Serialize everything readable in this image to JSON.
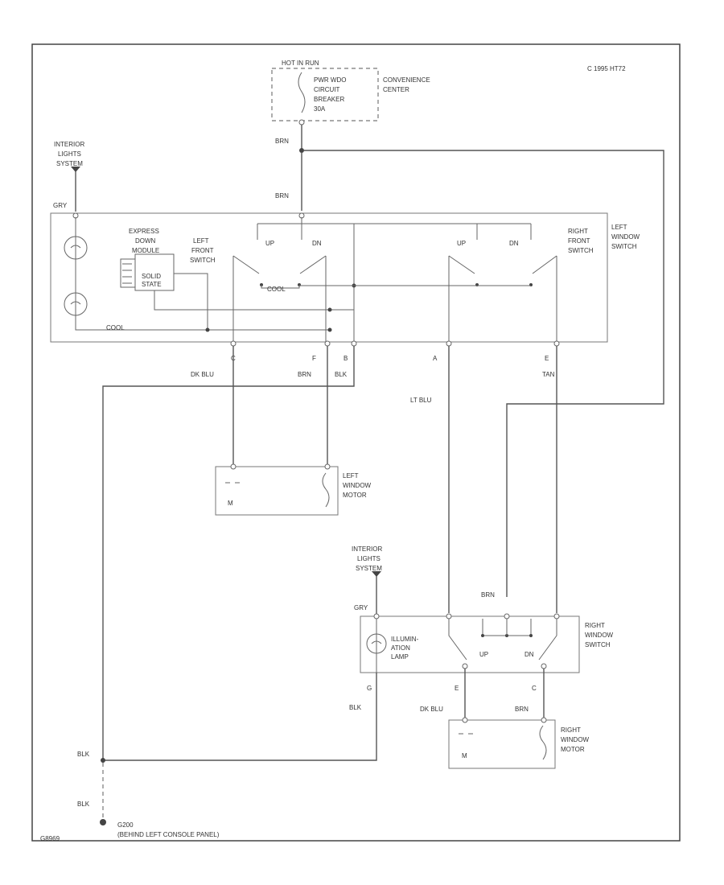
{
  "header": {
    "code": "C 1995 HT72"
  },
  "footer": {
    "id": "G8969"
  },
  "colors": {
    "brn": "#e0c060",
    "tan": "#e6d47a",
    "dk_blu": "#7f96e6",
    "lt_blu": "#45e4f0",
    "wire": "#555555"
  },
  "fuse": {
    "header": "HOT IN RUN",
    "label_lines": [
      "PWR WDO",
      "CIRCUIT",
      "BREAKER",
      "30A"
    ],
    "location": [
      "CONVENIENCE",
      "CENTER"
    ]
  },
  "interior_lights_1": [
    "INTERIOR",
    "LIGHTS",
    "SYSTEM"
  ],
  "interior_lights_2": [
    "INTERIOR",
    "LIGHTS",
    "SYSTEM"
  ],
  "left_switch": {
    "name": [
      "LEFT",
      "WINDOW",
      "SWITCH"
    ],
    "express": [
      "EXPRESS",
      "DOWN",
      "MODULE"
    ],
    "solid": [
      "SOLID",
      "STATE"
    ],
    "left_front": [
      "LEFT",
      "FRONT",
      "SWITCH"
    ],
    "right_front": [
      "RIGHT",
      "FRONT",
      "SWITCH"
    ],
    "up": "UP",
    "dn": "DN",
    "up2": "UP",
    "dn2": "DN",
    "cool1": "COOL",
    "cool2": "COOL"
  },
  "pins": {
    "c": "C",
    "f": "F",
    "b": "B",
    "a": "A",
    "e": "E",
    "g": "G",
    "e2": "E",
    "c2": "C"
  },
  "wires": {
    "brn_top": "BRN",
    "brn_switch": "BRN",
    "gry1": "GRY",
    "dk_blu": "DK BLU",
    "brn_left": "BRN",
    "blk_left": "BLK",
    "lt_blu": "LT BLU",
    "tan": "TAN",
    "brn_right": "BRN",
    "gry2": "GRY",
    "blk_right": "BLK",
    "dk_blu_right": "DK BLU",
    "brn_motor": "BRN",
    "blk_ground1": "BLK",
    "blk_ground2": "BLK"
  },
  "left_motor": [
    "LEFT",
    "WINDOW",
    "MOTOR"
  ],
  "right_switch": {
    "name": [
      "RIGHT",
      "WINDOW",
      "SWITCH"
    ],
    "lamp": [
      "ILLUMIN-",
      "ATION",
      "LAMP"
    ],
    "up": "UP",
    "dn": "DN"
  },
  "right_motor": [
    "RIGHT",
    "WINDOW",
    "MOTOR"
  ],
  "ground": {
    "id": "G200",
    "location": "(BEHIND LEFT CONSOLE PANEL)"
  }
}
